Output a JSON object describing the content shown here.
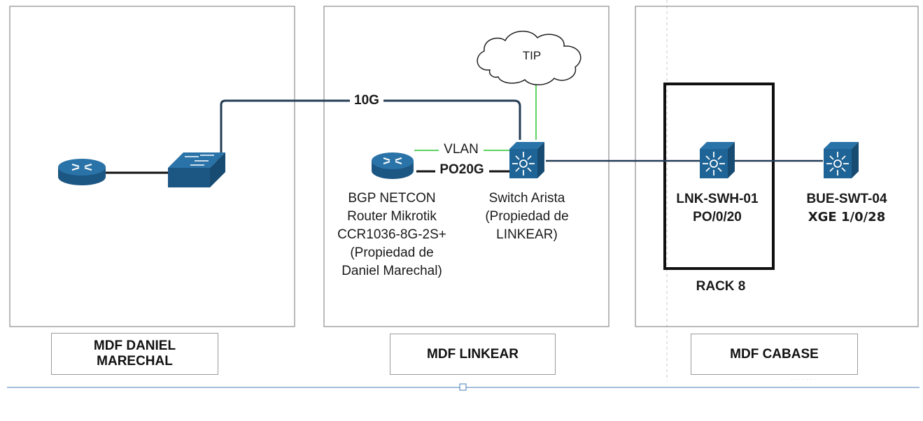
{
  "zones": {
    "daniel": {
      "label": "MDF DANIEL MARECHAL"
    },
    "linkear": {
      "label": "MDF LINKEAR"
    },
    "cabase": {
      "label": "MDF CABASE"
    }
  },
  "cloud": {
    "label": "TIP"
  },
  "links": {
    "uplink": "10G",
    "vlan": "VLAN",
    "po": "PO20G"
  },
  "devices": {
    "router_mikrotik": {
      "lines": [
        "BGP NETCON",
        "Router Mikrotik",
        "CCR1036-8G-2S+",
        "(Propiedad de",
        "Daniel Marechal)"
      ]
    },
    "switch_arista": {
      "lines": [
        "Switch Arista",
        "(Propiedad de",
        "LINKEAR)"
      ]
    },
    "lnk_swh_01": {
      "name": "LNK-SWH-01",
      "port": "PO/0/20"
    },
    "bue_swt_04": {
      "name": "BUE-SWT-04",
      "port": "XGE 1/0/28"
    }
  },
  "rack": {
    "label": "RACK 8"
  },
  "colors": {
    "device_blue": "#21628f",
    "cable_dark": "#243c55",
    "link_green": "#5fd35f",
    "zone_border": "#8c8c8c"
  }
}
